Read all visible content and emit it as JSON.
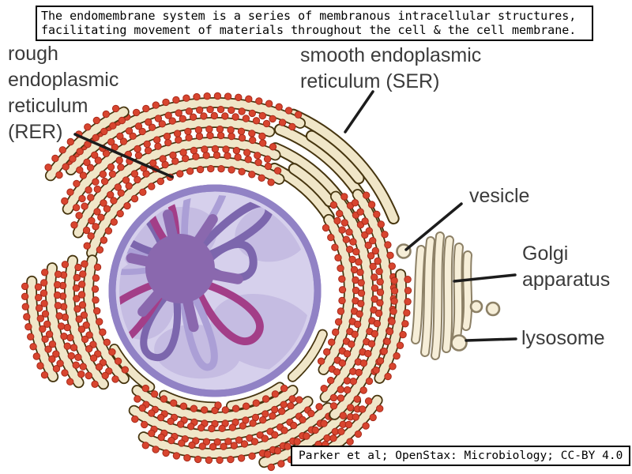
{
  "description_box": {
    "text": "The endomembrane system is a series of membranous intracellular structures,\nfacilitating movement of materials throughout the cell & the cell membrane."
  },
  "attribution_box": {
    "text": "Parker et al; OpenStax: Microbiology; CC-BY 4.0"
  },
  "labels": {
    "rer": "rough\nendoplasmic\nreticulum\n(RER)",
    "ser": "smooth endoplasmic\nreticulum (SER)",
    "vesicle": "vesicle",
    "golgi": "Golgi\napparatus",
    "lysosome": "lysosome"
  },
  "colors": {
    "er_fill": "#f0e6c8",
    "er_outline": "#46350f",
    "ribosome": "#d8452f",
    "ribosome_edge": "#a82a1a",
    "nucleus_fill": "#d6d0ec",
    "nucleus_rim": "#9182c5",
    "nucleus_mottle": "#c5bce2",
    "nucleolus": "#8a68ae",
    "chromatin_purple": "#7c66ad",
    "chromatin_magenta": "#a33e88",
    "chromatin_light": "#ab9fd6",
    "golgi_fill": "#f6eed8",
    "golgi_outline": "#8c8066",
    "leader": "#1c1c1c",
    "label_text": "#3b3b3b"
  }
}
